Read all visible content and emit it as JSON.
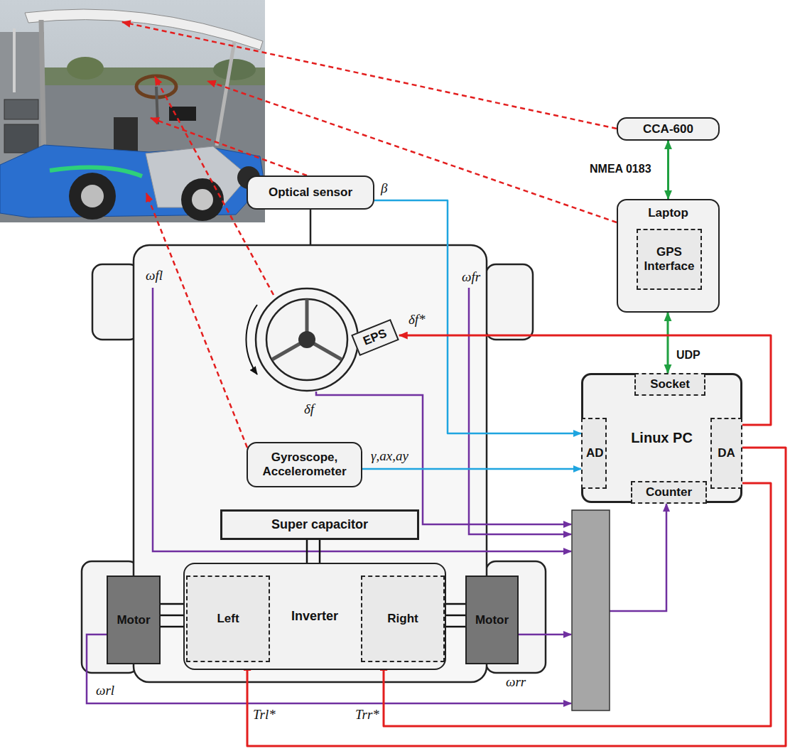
{
  "diagram": {
    "nodes": [
      {
        "text": [
          "CCA-600"
        ]
      },
      {
        "text": [
          "Optical sensor"
        ]
      },
      {
        "text": [
          "Laptop"
        ]
      },
      {
        "text": [
          "GPS Interface"
        ],
        "in": 2
      },
      {
        "text": [
          "EPS"
        ]
      },
      {
        "text": [
          "Linux PC"
        ]
      },
      {
        "text": [
          "Socket"
        ],
        "in": 5
      },
      {
        "text": [
          "AD"
        ],
        "in": 5
      },
      {
        "text": [
          "DA"
        ],
        "in": 5
      },
      {
        "text": [
          "Counter"
        ],
        "in": 5
      },
      {
        "text": [
          "Gyroscope, Accelerometer"
        ]
      },
      {
        "text": [
          "Super capacitor"
        ]
      },
      {
        "text": [
          "Inverter"
        ]
      },
      {
        "text": [
          "Left"
        ],
        "in": 12
      },
      {
        "text": [
          "Right"
        ],
        "in": 12
      },
      {
        "text": [
          "Motor"
        ]
      },
      {
        "text": [
          "Motor"
        ]
      }
    ],
    "edges": [
      {
        "from": 0,
        "to": 2,
        "arrow": "both",
        "label": "NMEA 0183"
      },
      {
        "from": 2,
        "to": 6,
        "arrow": "both",
        "label": "UDP"
      },
      {
        "from": 1,
        "to": 7,
        "arrow": "to"
      },
      {
        "from": 10,
        "to": 7,
        "arrow": "to"
      },
      {
        "from": 8,
        "to": 4,
        "arrow": "to"
      },
      {
        "from": 8,
        "to": 14,
        "arrow": "to"
      },
      {
        "from": 8,
        "to": 13,
        "arrow": "to"
      },
      {
        "from": 11,
        "to": 12,
        "arrow": "none"
      },
      {
        "from": 11,
        "to": 12,
        "arrow": "none"
      },
      {
        "from": 15,
        "to": 13,
        "arrow": "none"
      },
      {
        "from": 15,
        "to": 13,
        "arrow": "none"
      },
      {
        "from": 15,
        "to": 13,
        "arrow": "none"
      },
      {
        "from": 16,
        "to": 14,
        "arrow": "none"
      },
      {
        "from": 16,
        "to": 14,
        "arrow": "none"
      },
      {
        "from": 16,
        "to": 14,
        "arrow": "none"
      }
    ],
    "labels": [
      "β",
      "ωfl",
      "ωfr",
      "δf*",
      "δf",
      "γ,ax,ay",
      "ωrr",
      "ωrl",
      "Trl*",
      "Trr*"
    ]
  }
}
